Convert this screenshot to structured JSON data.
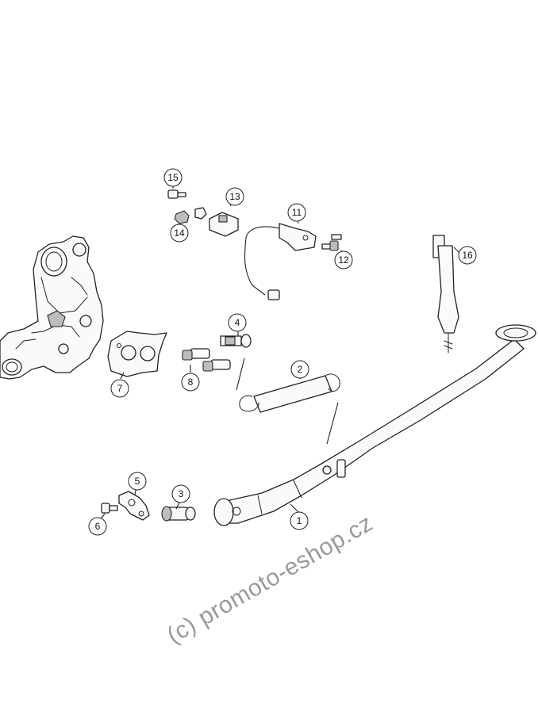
{
  "diagram": {
    "callouts": [
      "1",
      "2",
      "3",
      "4",
      "5",
      "6",
      "7",
      "8",
      "11",
      "12",
      "13",
      "14",
      "15",
      "16"
    ]
  },
  "watermark": {
    "text": "(c) promoto-eshop.cz"
  }
}
